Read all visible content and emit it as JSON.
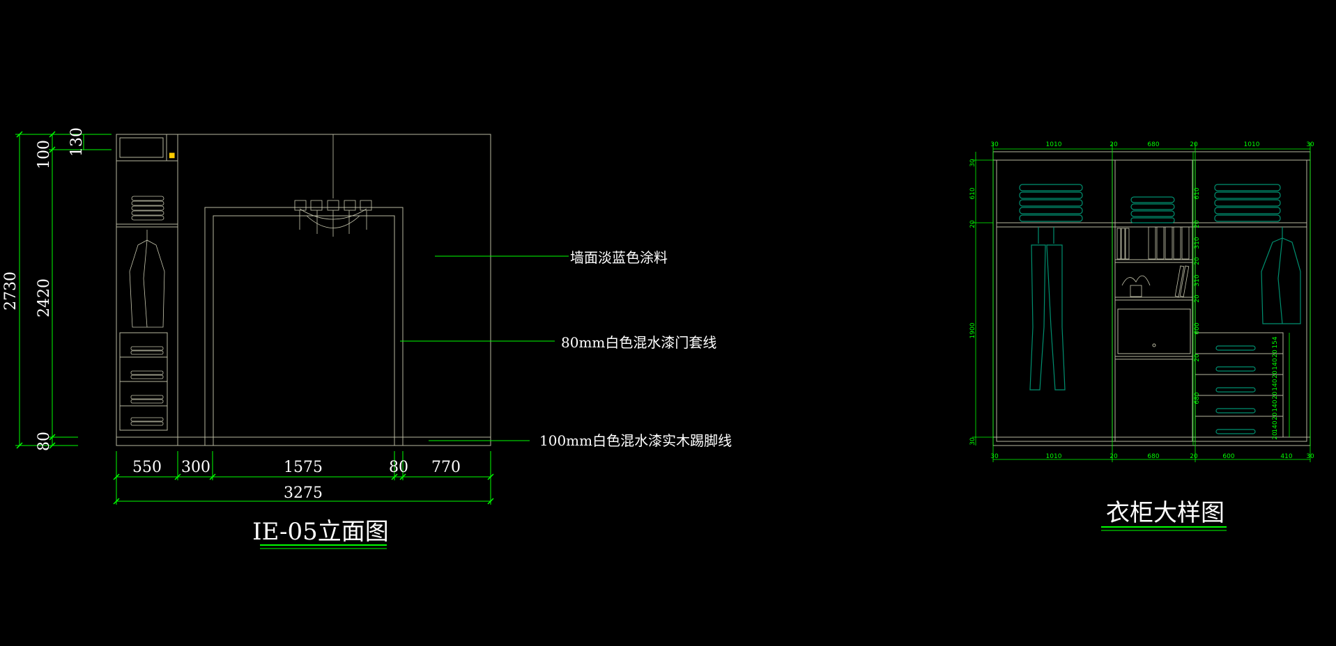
{
  "colors": {
    "background": "#000000",
    "line": "#b8b8a0",
    "dim": "#00ff00",
    "text": "#ffffff",
    "item": "#009070",
    "accent": "#ffcc00"
  },
  "elevation": {
    "title": "IE-05立面图",
    "annotations": {
      "wall": "墙面淡蓝色涂料",
      "door_frame": "80mm白色混水漆门套线",
      "baseboard": "100mm白色混水漆实木踢脚线"
    },
    "dims_bottom": [
      "550",
      "300",
      "1575",
      "80",
      "770"
    ],
    "dim_total": "3275",
    "dims_left_overall": "2730",
    "dims_left": [
      "130",
      "100",
      "2420",
      "80"
    ]
  },
  "wardrobe": {
    "title": "衣柜大样图",
    "dims_top": [
      "30",
      "1010",
      "20",
      "680",
      "20",
      "1010",
      "30"
    ],
    "dims_bottom": [
      "30",
      "1010",
      "20",
      "680",
      "20",
      "600",
      "410",
      "30"
    ],
    "dims_left": [
      "30",
      "610",
      "20",
      "1900",
      "30"
    ],
    "dims_mid": [
      "610",
      "20",
      "310",
      "20",
      "310",
      "20",
      "600",
      "20",
      "680"
    ],
    "dims_right": [
      "154",
      "20",
      "140",
      "20",
      "140",
      "20",
      "140",
      "20",
      "140",
      "20"
    ]
  }
}
